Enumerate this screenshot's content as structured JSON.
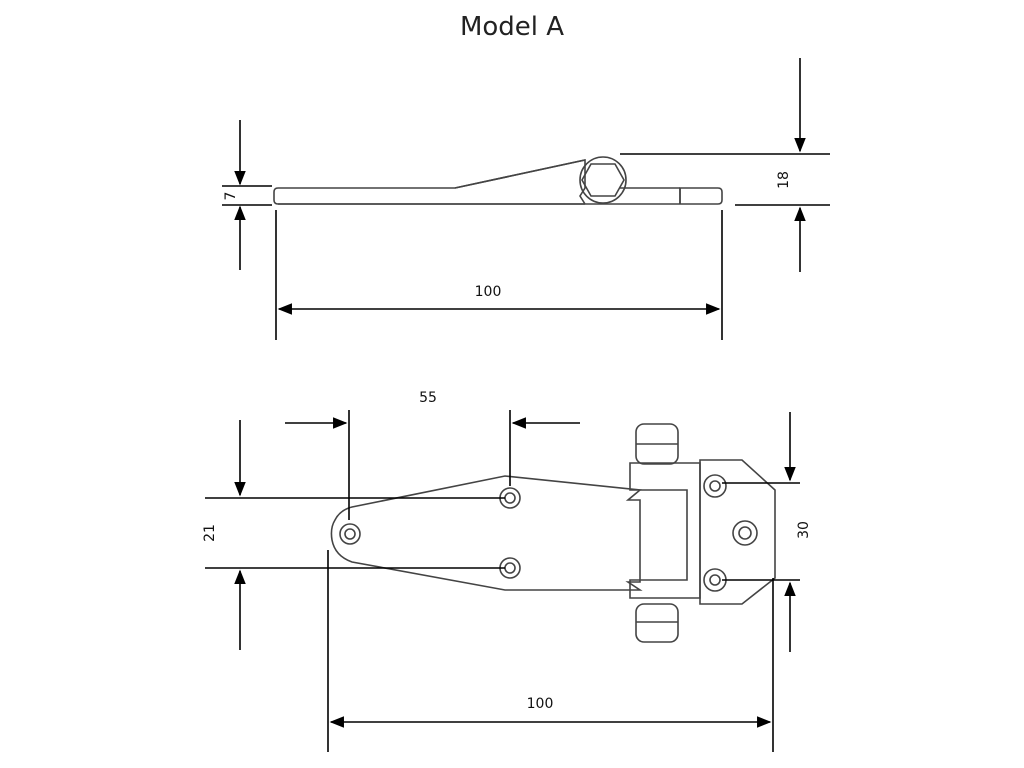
{
  "title": "Model A",
  "side_view": {
    "thickness_label": "7",
    "height_label": "18",
    "length_label": "100"
  },
  "top_view": {
    "hole_spacing_label": "55",
    "hole_offset_label": "21",
    "length_label": "100",
    "leaf_hole_spacing_label": "30"
  }
}
